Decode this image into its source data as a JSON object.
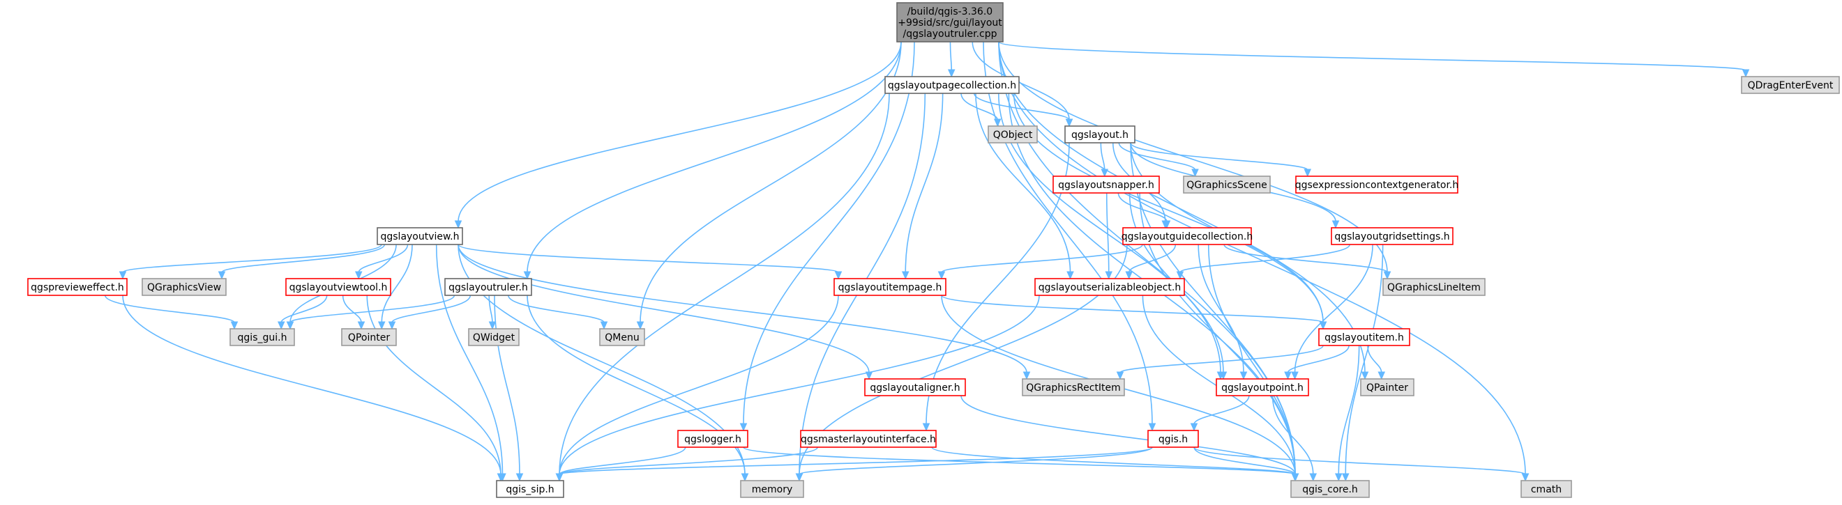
{
  "title": "/build/qgis-3.36.0+99sid/src/gui/layout/qgslayoutruler.cpp",
  "colors": {
    "root_fill": "#999999",
    "normal_border": "#666666",
    "red_border": "#ff0000",
    "external_fill": "#e0e0e0",
    "external_border": "#999999",
    "edge": "#63b8ff"
  },
  "nodes": [
    {
      "id": "root",
      "label": [
        "/build/qgis-3.36.0",
        "+99sid/src/gui/layout",
        "/qgslayoutruler.cpp"
      ],
      "kind": "root"
    },
    {
      "id": "qgslayoutpagecollection_h",
      "label": [
        "qgslayoutpagecollection.h"
      ],
      "kind": "normal"
    },
    {
      "id": "qdragenterevent",
      "label": [
        "QDragEnterEvent"
      ],
      "kind": "external"
    },
    {
      "id": "qobject",
      "label": [
        "QObject"
      ],
      "kind": "external"
    },
    {
      "id": "qgslayout_h",
      "label": [
        "qgslayout.h"
      ],
      "kind": "normal"
    },
    {
      "id": "qgslayoutsnapper_h",
      "label": [
        "qgslayoutsnapper.h"
      ],
      "kind": "red"
    },
    {
      "id": "qgraphicsscene",
      "label": [
        "QGraphicsScene"
      ],
      "kind": "external"
    },
    {
      "id": "qgsexpressioncontextgenerator_h",
      "label": [
        "qgsexpressioncontextgenerator.h"
      ],
      "kind": "red"
    },
    {
      "id": "qgslayoutguidecollection_h",
      "label": [
        "qgslayoutguidecollection.h"
      ],
      "kind": "red"
    },
    {
      "id": "qgslayoutgridsettings_h",
      "label": [
        "qgslayoutgridsettings.h"
      ],
      "kind": "red"
    },
    {
      "id": "qgslayoutview_h",
      "label": [
        "qgslayoutview.h"
      ],
      "kind": "normal"
    },
    {
      "id": "qgspreviewеffect_h",
      "label": [
        "qgspreviewеffect.h"
      ],
      "kind": "red"
    },
    {
      "id": "qgraphicsview",
      "label": [
        "QGraphicsView"
      ],
      "kind": "external"
    },
    {
      "id": "qgslayoutviewtool_h",
      "label": [
        "qgslayoutviewtool.h"
      ],
      "kind": "red"
    },
    {
      "id": "qgslayoutruler_h",
      "label": [
        "qgslayoutruler.h"
      ],
      "kind": "normal"
    },
    {
      "id": "qgslayoutitempage_h",
      "label": [
        "qgslayoutitempage.h"
      ],
      "kind": "red"
    },
    {
      "id": "qgslayoutserializableobject_h",
      "label": [
        "qgslayoutserializableobject.h"
      ],
      "kind": "red"
    },
    {
      "id": "qgraphicslineitem",
      "label": [
        "QGraphicsLineItem"
      ],
      "kind": "external"
    },
    {
      "id": "qgis_gui_h",
      "label": [
        "qgis_gui.h"
      ],
      "kind": "external"
    },
    {
      "id": "qpointer",
      "label": [
        "QPointer"
      ],
      "kind": "external"
    },
    {
      "id": "qwidget",
      "label": [
        "QWidget"
      ],
      "kind": "external"
    },
    {
      "id": "qmenu",
      "label": [
        "QMenu"
      ],
      "kind": "external"
    },
    {
      "id": "qgslayoutitem_h",
      "label": [
        "qgslayoutitem.h"
      ],
      "kind": "red"
    },
    {
      "id": "qgslayoutaligner_h",
      "label": [
        "qgslayoutaligner.h"
      ],
      "kind": "red"
    },
    {
      "id": "qgraphicsrectitem",
      "label": [
        "QGraphicsRectItem"
      ],
      "kind": "external"
    },
    {
      "id": "qpainter",
      "label": [
        "QPainter"
      ],
      "kind": "external"
    },
    {
      "id": "qgslayoutpoint_h",
      "label": [
        "qgslayoutpoint.h"
      ],
      "kind": "red"
    },
    {
      "id": "qgslogger_h",
      "label": [
        "qgslogger.h"
      ],
      "kind": "red"
    },
    {
      "id": "qgsmasterlayoutinterface_h",
      "label": [
        "qgsmasterlayoutinterface.h"
      ],
      "kind": "red"
    },
    {
      "id": "qgis_h",
      "label": [
        "qgis.h"
      ],
      "kind": "red"
    },
    {
      "id": "qgis_sip_h",
      "label": [
        "qgis_sip.h"
      ],
      "kind": "normal"
    },
    {
      "id": "memory",
      "label": [
        "memory"
      ],
      "kind": "external"
    },
    {
      "id": "qgis_core_h",
      "label": [
        "qgis_core.h"
      ],
      "kind": "external"
    },
    {
      "id": "cmath",
      "label": [
        "cmath"
      ],
      "kind": "external"
    }
  ]
}
